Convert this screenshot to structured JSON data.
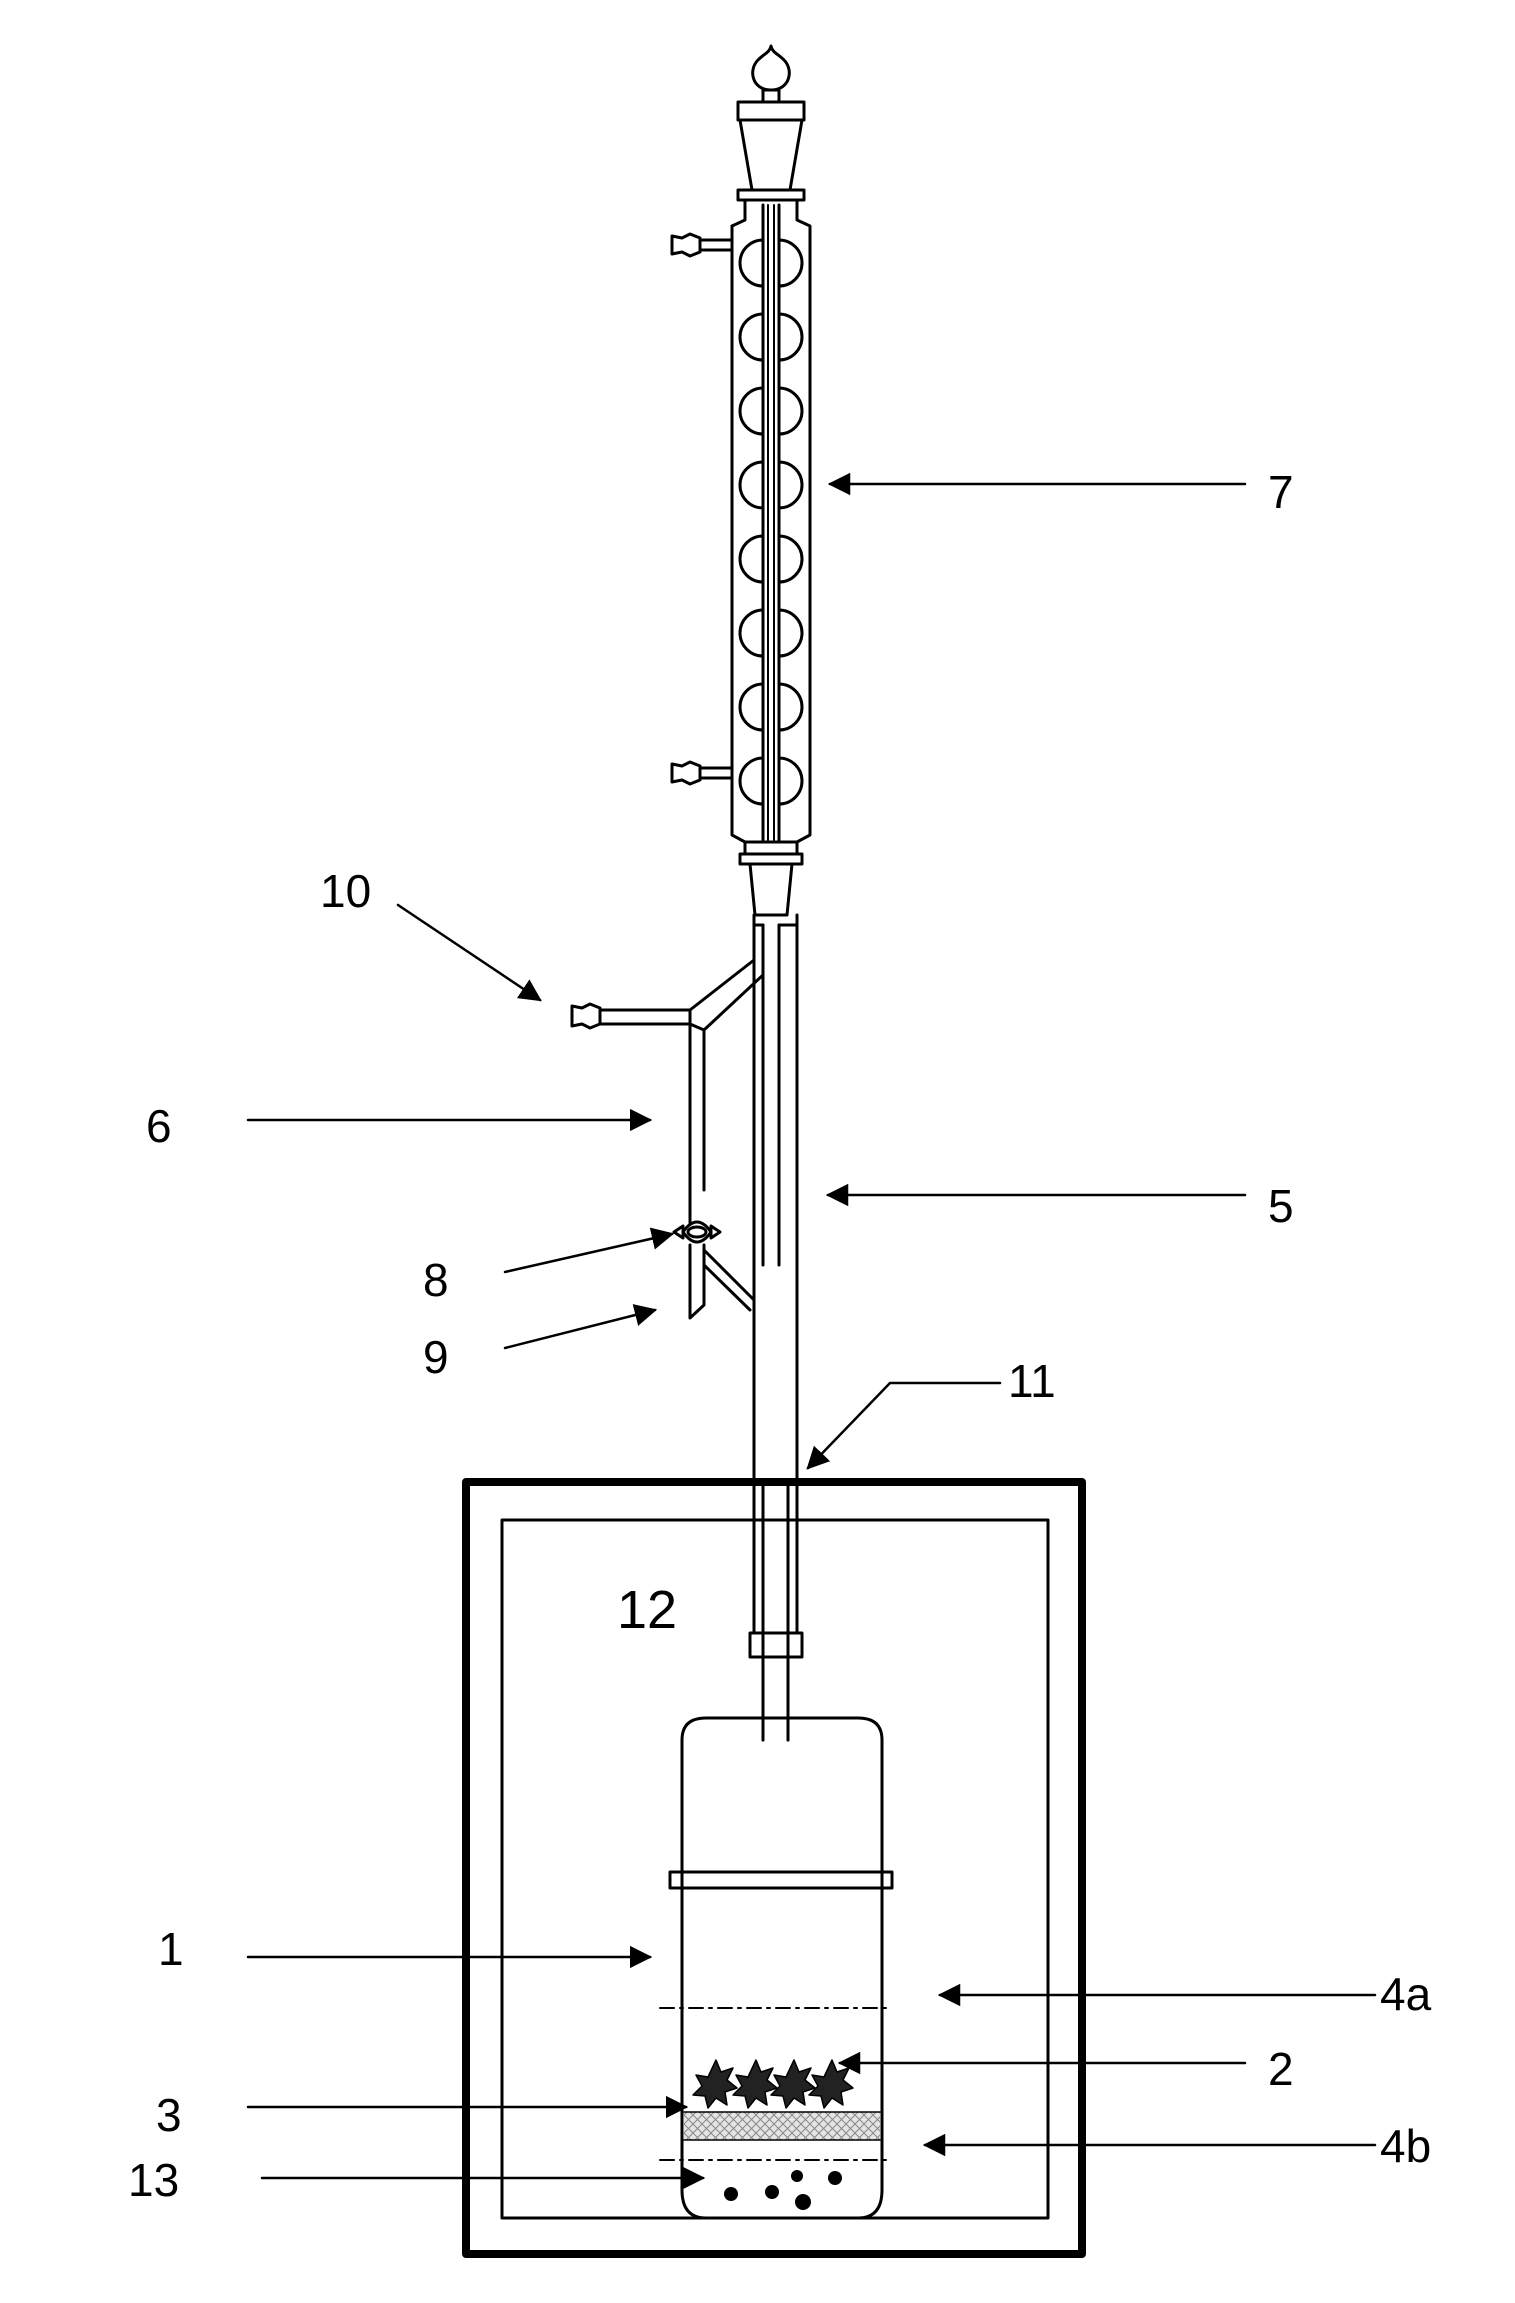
{
  "figure": {
    "labels": {
      "l1": "1",
      "l2": "2",
      "l3": "3",
      "l4a": "4a",
      "l4b": "4b",
      "l5": "5",
      "l6": "6",
      "l7": "7",
      "l8": "8",
      "l9": "9",
      "l10": "10",
      "l11": "11",
      "l12": "12",
      "l13": "13"
    }
  }
}
